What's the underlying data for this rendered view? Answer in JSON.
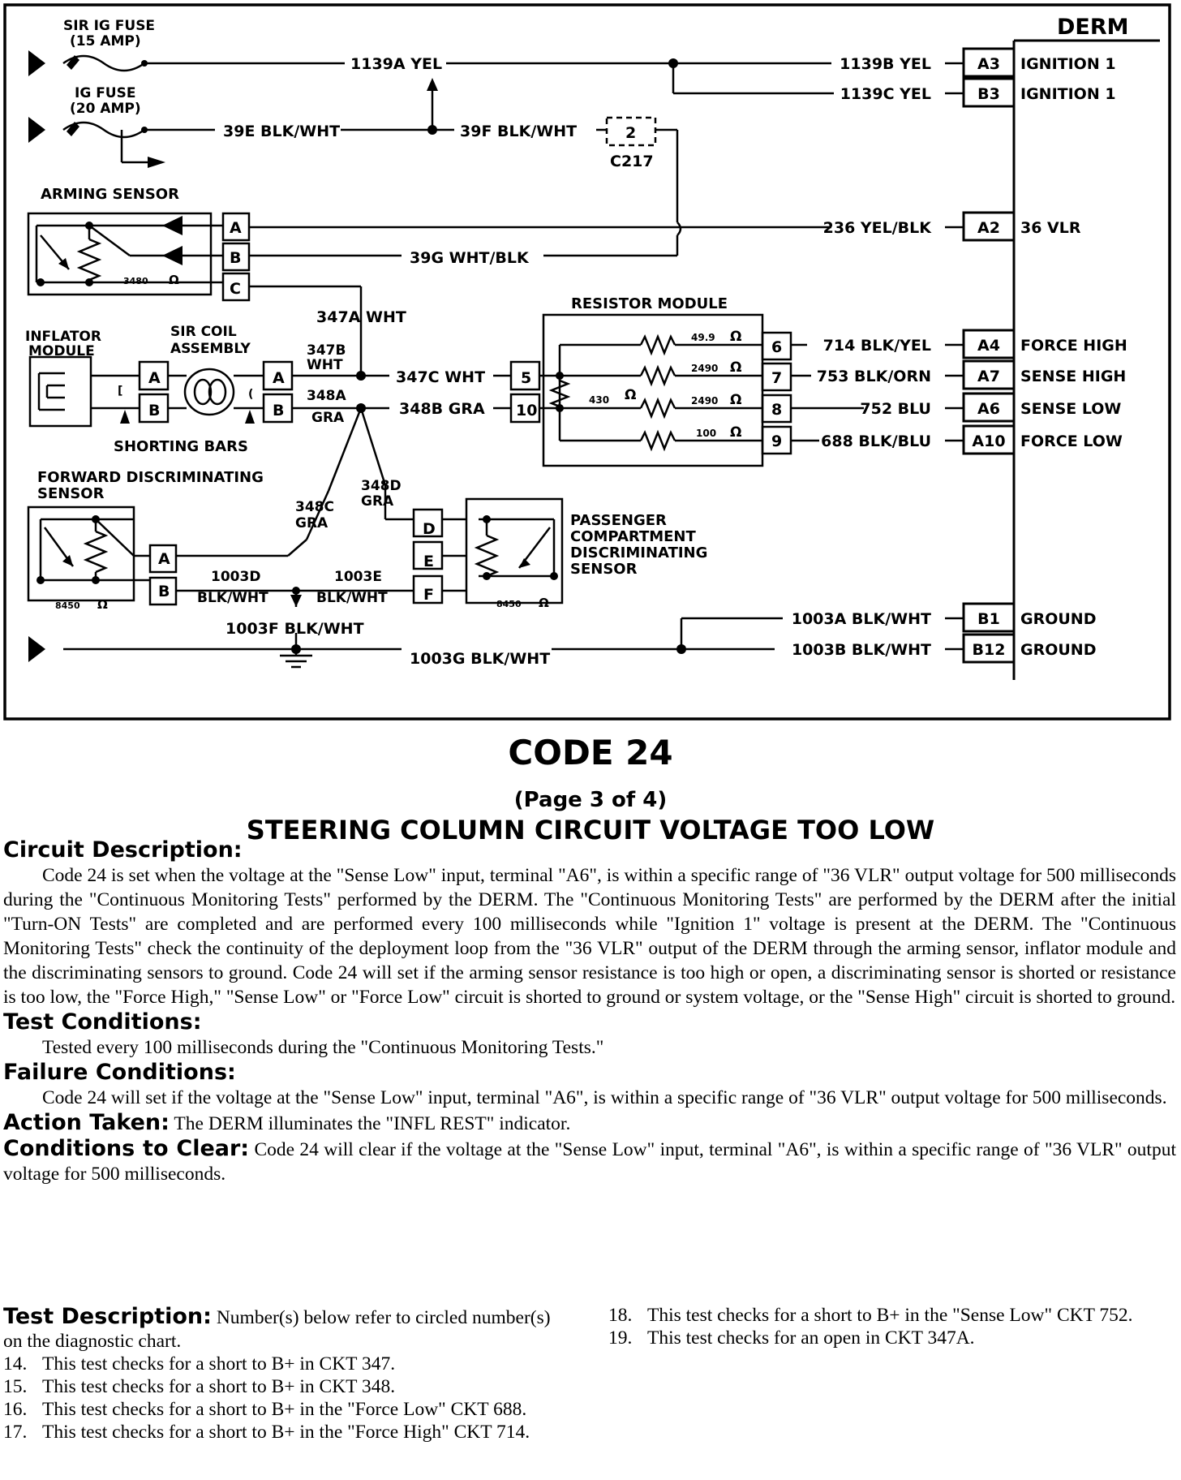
{
  "diagram": {
    "derm": {
      "title": "DERM",
      "terminals": [
        {
          "pin": "A3",
          "function": "IGNITION 1",
          "wire": "1139B YEL"
        },
        {
          "pin": "B3",
          "function": "IGNITION 1",
          "wire": "1139C YEL"
        },
        {
          "pin": "A2",
          "function": "36 VLR",
          "wire": "236 YEL/BLK"
        },
        {
          "pin": "A4",
          "function": "FORCE HIGH",
          "wire": "714 BLK/YEL"
        },
        {
          "pin": "A7",
          "function": "SENSE HIGH",
          "wire": "753 BLK/ORN"
        },
        {
          "pin": "A6",
          "function": "SENSE LOW",
          "wire": "752 BLU"
        },
        {
          "pin": "A10",
          "function": "FORCE LOW",
          "wire": "688 BLK/BLU"
        },
        {
          "pin": "B1",
          "function": "GROUND",
          "wire": "1003A BLK/WHT"
        },
        {
          "pin": "B12",
          "function": "GROUND",
          "wire": "1003B BLK/WHT"
        }
      ]
    },
    "fuses": {
      "sir_ig_fuse": [
        "SIR IG FUSE",
        "(15 AMP)"
      ],
      "ig_fuse": [
        "IG FUSE",
        "(20 AMP)"
      ]
    },
    "wires": {
      "w1139a": "1139A YEL",
      "w39e": "39E BLK/WHT",
      "w39f": "39F BLK/WHT",
      "w39g": "39G WHT/BLK",
      "w347a": "347A WHT",
      "w347b": [
        "347B",
        "WHT"
      ],
      "w347c": "347C WHT",
      "w348a": [
        "348A",
        "GRA"
      ],
      "w348b": "348B GRA",
      "w348c": [
        "348C",
        "GRA"
      ],
      "w348d": [
        "348D",
        "GRA"
      ],
      "w1003d": [
        "1003D",
        "BLK/WHT"
      ],
      "w1003e": [
        "1003E",
        "BLK/WHT"
      ],
      "w1003f": "1003F BLK/WHT",
      "w1003g": "1003G BLK/WHT"
    },
    "connector_c217": {
      "pin": "2",
      "label": "C217"
    },
    "arming_sensor": {
      "label": "ARMING SENSOR",
      "pins": [
        "A",
        "B",
        "C"
      ],
      "resistance": "3480",
      "ohm": "Ω"
    },
    "inflator": [
      "INFLATOR",
      "MODULE"
    ],
    "sir_coil": [
      "SIR COIL",
      "ASSEMBLY"
    ],
    "coil_pins": [
      "A",
      "B"
    ],
    "shorting_bars": "SHORTING BARS",
    "resistor_module": {
      "label": "RESISTOR MODULE",
      "in_pins": [
        "5",
        "10"
      ],
      "out_pins": [
        "6",
        "7",
        "8",
        "9"
      ],
      "values": [
        "49.9",
        "2490",
        "2490",
        "100"
      ],
      "center_value": "430",
      "ohm": "Ω"
    },
    "forward_sensor": {
      "label": [
        "FORWARD DISCRIMINATING",
        "SENSOR"
      ],
      "pins": [
        "A",
        "B"
      ],
      "resistance": "8450",
      "ohm": "Ω"
    },
    "passenger_sensor": {
      "label": [
        "PASSENGER",
        "COMPARTMENT",
        "DISCRIMINATING",
        "SENSOR"
      ],
      "pins": [
        "D",
        "E",
        "F"
      ],
      "resistance": "8450",
      "ohm": "Ω"
    }
  },
  "header": {
    "code": "CODE 24",
    "page": "(Page 3 of 4)",
    "subtitle": "STEERING COLUMN CIRCUIT VOLTAGE TOO LOW"
  },
  "circuit_description": {
    "heading": "Circuit Description:",
    "text": "Code 24 is set when the voltage at the \"Sense Low\" input, terminal \"A6\", is within a specific range of \"36 VLR\" output voltage for 500 milliseconds during the \"Continuous Monitoring Tests\" performed by the DERM. The \"Continuous Monitoring Tests\" are performed by the DERM after the initial \"Turn-ON Tests\" are completed and are performed every 100 milliseconds while \"Ignition 1\" voltage is present at the DERM. The \"Continuous Monitoring Tests\" check the continuity of the deployment loop from the \"36 VLR\" output of the DERM through the arming sensor, inflator module and the discriminating sensors to ground. Code 24 will set if the arming sensor resistance is too high or open, a discriminating sensor is shorted or resistance is too low, the \"Force High,\" \"Sense Low\" or \"Force Low\" circuit is shorted to ground or system voltage, or the \"Sense High\" circuit is shorted to ground."
  },
  "test_conditions": {
    "heading": "Test Conditions:",
    "text": "Tested every 100 milliseconds during the \"Continuous Monitoring Tests.\""
  },
  "failure_conditions": {
    "heading": "Failure Conditions:",
    "text": "Code 24 will set if the voltage at the \"Sense Low\" input, terminal \"A6\", is within a specific range of \"36 VLR\" output voltage for 500 milliseconds."
  },
  "action_taken": {
    "heading": "Action Taken:",
    "text": "The DERM illuminates the \"INFL REST\" indicator."
  },
  "conditions_to_clear": {
    "heading": "Conditions to Clear:",
    "text": "Code 24 will clear if the voltage at the \"Sense Low\" input, terminal \"A6\", is within a specific range of \"36 VLR\" output voltage for 500 milliseconds."
  },
  "test_description": {
    "heading": "Test Description:",
    "intro": "Number(s) below refer to circled number(s) on the diagnostic chart.",
    "items": [
      {
        "num": "14.",
        "text": "This test checks for a short to B+ in CKT 347."
      },
      {
        "num": "15.",
        "text": "This test checks for a short to B+ in CKT 348."
      },
      {
        "num": "16.",
        "text": "This test checks for a short to B+ in the \"Force Low\" CKT 688."
      },
      {
        "num": "17.",
        "text": "This test checks for a short to B+ in the \"Force High\" CKT 714."
      },
      {
        "num": "18.",
        "text": "This test checks for a short to B+ in the \"Sense Low\" CKT 752."
      },
      {
        "num": "19.",
        "text": "This test checks for an open in CKT 347A."
      }
    ]
  }
}
